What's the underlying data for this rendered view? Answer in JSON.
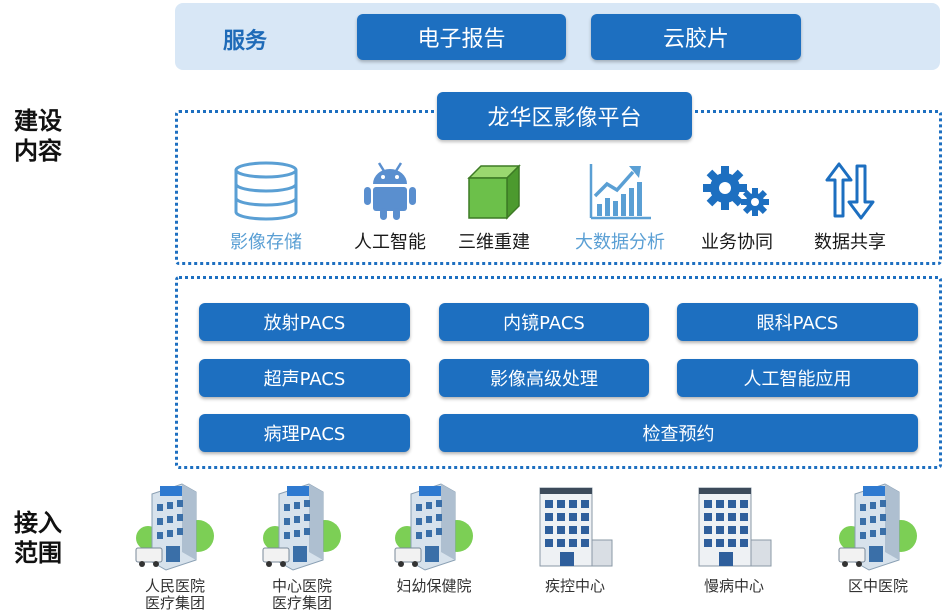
{
  "side_labels": {
    "build_content": [
      "建设",
      "内容"
    ],
    "access_scope": [
      "接入",
      "范围"
    ]
  },
  "service": {
    "label": "服务",
    "buttons": [
      "电子报告",
      "云胶片"
    ]
  },
  "platform": {
    "title": "龙华区影像平台",
    "capabilities": [
      {
        "label": "影像存储",
        "icon": "database-icon",
        "label_color": "#5a9fd4"
      },
      {
        "label": "人工智能",
        "icon": "android-robot-icon",
        "label_color": "#1a1a1a"
      },
      {
        "label": "三维重建",
        "icon": "green-cube-icon",
        "label_color": "#1a1a1a"
      },
      {
        "label": "大数据分析",
        "icon": "bar-chart-trend-icon",
        "label_color": "#5a9fd4"
      },
      {
        "label": "业务协同",
        "icon": "gears-icon",
        "label_color": "#1a1a1a"
      },
      {
        "label": "数据共享",
        "icon": "up-down-arrows-icon",
        "label_color": "#1a1a1a"
      }
    ]
  },
  "systems": {
    "row1": [
      "放射PACS",
      "内镜PACS",
      "眼科PACS"
    ],
    "row2": [
      "超声PACS",
      "影像高级处理",
      "人工智能应用"
    ],
    "row3": [
      "病理PACS",
      "检查预约"
    ]
  },
  "institutions": [
    {
      "lines": [
        "人民医院",
        "医疗集团"
      ],
      "icon": "hospital-icon"
    },
    {
      "lines": [
        "中心医院",
        "医疗集团"
      ],
      "icon": "hospital-icon"
    },
    {
      "lines": [
        "妇幼保健院"
      ],
      "icon": "hospital-icon"
    },
    {
      "lines": [
        "疾控中心"
      ],
      "icon": "office-building-icon"
    },
    {
      "lines": [
        "慢病中心"
      ],
      "icon": "office-building-icon"
    },
    {
      "lines": [
        "区中医院"
      ],
      "icon": "hospital-icon"
    }
  ],
  "colors": {
    "primary_blue": "#1d6fc0",
    "service_band": "#d8e7f6",
    "light_label_blue": "#5a9fd4",
    "cube_green": "#6cc04a"
  }
}
